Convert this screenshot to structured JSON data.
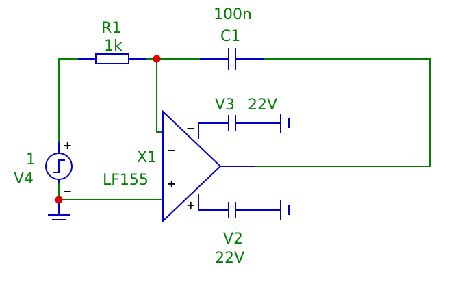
{
  "r1": {
    "name": "R1",
    "value": "1k"
  },
  "c1": {
    "name": "C1",
    "value": "100n"
  },
  "v3": {
    "name": "V3",
    "value": "22V"
  },
  "v2": {
    "name": "V2",
    "value": "22V"
  },
  "v4": {
    "name": "V4",
    "value": "1",
    "plus": "+",
    "minus": "−"
  },
  "x1": {
    "name": "X1",
    "model": "LF155",
    "inv": "−",
    "noninv": "+"
  },
  "supply_pins": {
    "top": "−",
    "bottom": "+"
  },
  "colors": {
    "wire": "#008000",
    "component": "#0000cc",
    "label": "#008000",
    "junction": "#e00000"
  }
}
